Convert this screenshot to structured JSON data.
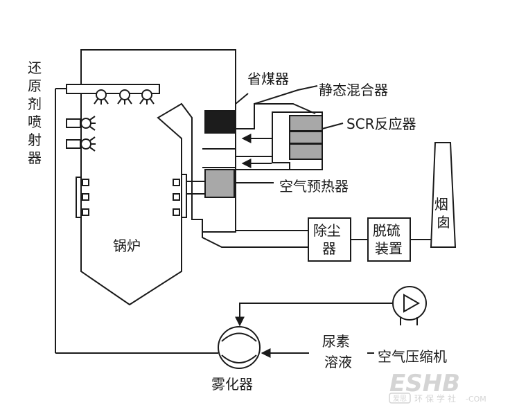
{
  "labels": {
    "reductant_injector": [
      "还",
      "原",
      "剂",
      "喷",
      "射",
      "器"
    ],
    "economizer": "省煤器",
    "static_mixer": "静态混合器",
    "scr_reactor": "SCR反应器",
    "air_preheater": "空气预热器",
    "boiler": "锅炉",
    "dust_collector": [
      "除尘",
      "器"
    ],
    "desulfurization": [
      "脱硫",
      "装置"
    ],
    "chimney": [
      "烟",
      "囱"
    ],
    "urea_solution": [
      "尿素",
      "溶液"
    ],
    "air_compressor": "空气压缩机",
    "atomizer": "雾化器"
  },
  "watermark": {
    "logo": "ESHB",
    "text": "环保学社",
    "badge": "爱思",
    "domain": "-COM"
  },
  "colors": {
    "line": "#1a1a1a",
    "economizer_fill": "#1c1c1c",
    "grey_fill": "#a8a8a8",
    "watermark": "#d4d4d4"
  }
}
